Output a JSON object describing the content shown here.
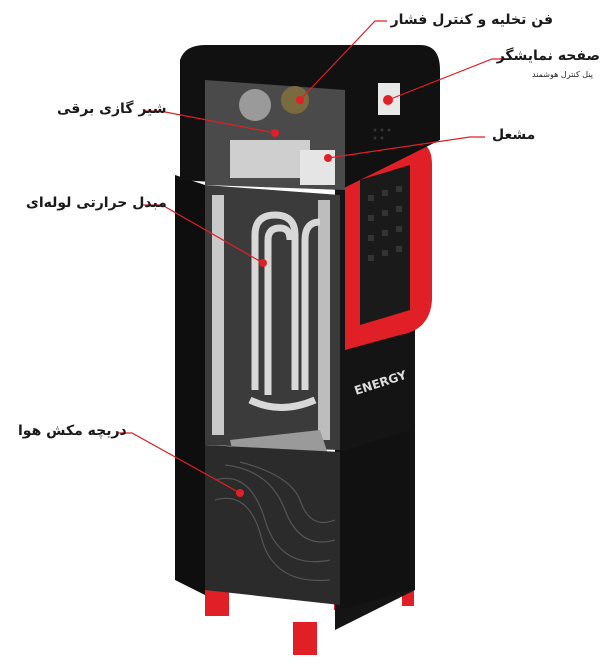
{
  "colors": {
    "accent": "#e01f26",
    "body": "#161616",
    "label": "#1a1a1a"
  },
  "labels": {
    "fan": "فن تخلیه و کنترل فشار",
    "display": "صفحه نمایشگر",
    "display_sub": "پنل کنترل هوشمند",
    "gas_valve": "شیر گازی برقی",
    "burner": "مشعل",
    "heat_exchanger": "مبدل حرارتی لوله‌ای",
    "air_intake": "دریچه مکش هوا"
  },
  "brand": "ENERGY"
}
